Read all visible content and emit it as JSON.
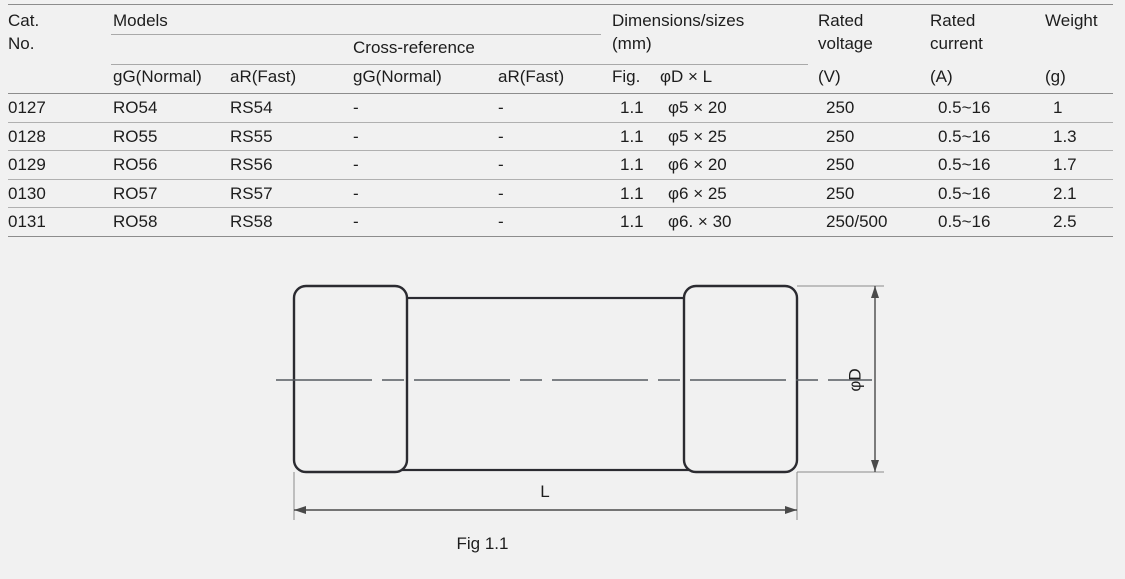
{
  "table": {
    "headers": {
      "cat_no_line1": "Cat.",
      "cat_no_line2": "No.",
      "models": "Models",
      "cross_reference": "Cross-reference",
      "models_gg": "gG(Normal)",
      "models_ar": "aR(Fast)",
      "xref_gg": "gG(Normal)",
      "xref_ar": "aR(Fast)",
      "dimensions_line1": "Dimensions/sizes",
      "dimensions_line2": "(mm)",
      "fig": "Fig.",
      "dia_x_len": "φD × L",
      "rated_voltage_line1": "Rated",
      "rated_voltage_line2": "voltage",
      "rated_voltage_unit": "(V)",
      "rated_current_line1": "Rated",
      "rated_current_line2": "current",
      "rated_current_unit": "(A)",
      "weight": "Weight",
      "weight_unit": "(g)"
    },
    "rows": [
      {
        "cat_no": "0127",
        "model_gg": "RO54",
        "model_ar": "RS54",
        "xref_gg": "-",
        "xref_ar": "-",
        "fig": "1.1",
        "size": "φ5 × 20",
        "rated_voltage": "250",
        "rated_current": "0.5~16",
        "weight": "1"
      },
      {
        "cat_no": "0128",
        "model_gg": "RO55",
        "model_ar": "RS55",
        "xref_gg": "-",
        "xref_ar": "-",
        "fig": "1.1",
        "size": "φ5 × 25",
        "rated_voltage": "250",
        "rated_current": "0.5~16",
        "weight": "1.3"
      },
      {
        "cat_no": "0129",
        "model_gg": "RO56",
        "model_ar": "RS56",
        "xref_gg": "-",
        "xref_ar": "-",
        "fig": "1.1",
        "size": "φ6 × 20",
        "rated_voltage": "250",
        "rated_current": "0.5~16",
        "weight": "1.7"
      },
      {
        "cat_no": "0130",
        "model_gg": "RO57",
        "model_ar": "RS57",
        "xref_gg": "-",
        "xref_ar": "-",
        "fig": "1.1",
        "size": "φ6 × 25",
        "rated_voltage": "250",
        "rated_current": "0.5~16",
        "weight": "2.1"
      },
      {
        "cat_no": "0131",
        "model_gg": "RO58",
        "model_ar": "RS58",
        "xref_gg": "-",
        "xref_ar": "-",
        "fig": "1.1",
        "size": "φ6. × 30",
        "rated_voltage": "250/500",
        "rated_current": "0.5~16",
        "weight": "2.5"
      }
    ]
  },
  "diagram": {
    "caption": "Fig 1.1",
    "length_label": "L",
    "diameter_label": "φD"
  },
  "colors": {
    "background": "#f1f1f1",
    "text": "#1d1d1d",
    "rule": "#8d8d8d",
    "thin_rule": "#b0b0b0",
    "outline": "#2b2b31",
    "dimension_line": "#4a4a4a"
  }
}
